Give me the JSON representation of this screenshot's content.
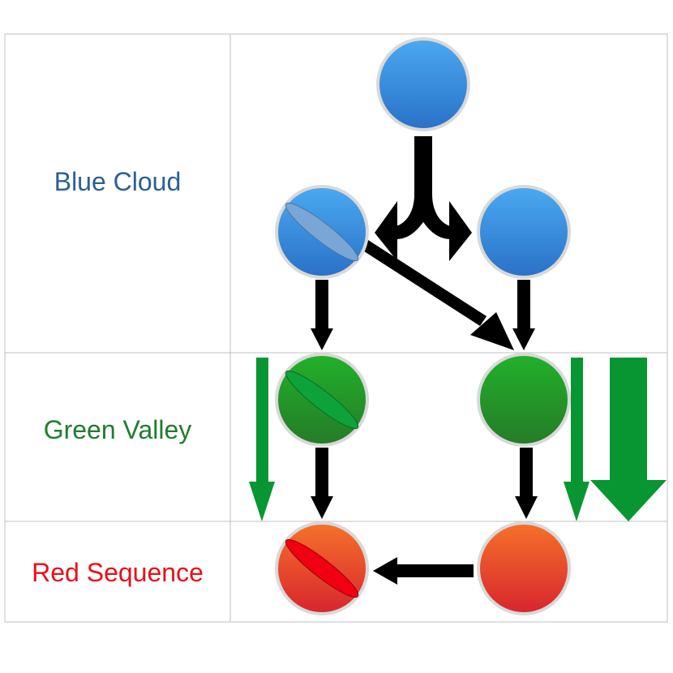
{
  "rows": [
    {
      "key": "blue",
      "label": "Blue Cloud",
      "color": "#2b5f96"
    },
    {
      "key": "green",
      "label": "Green Valley",
      "color": "#1f7d2e"
    },
    {
      "key": "red",
      "label": "Red Sequence",
      "color": "#e8101a"
    }
  ],
  "galaxies": [
    {
      "name": "galaxy-blue-origin",
      "row": "blue",
      "shape": "sphere",
      "disk": false
    },
    {
      "name": "galaxy-blue-disk",
      "row": "blue",
      "shape": "sphere",
      "disk": true
    },
    {
      "name": "galaxy-blue-sphere",
      "row": "blue",
      "shape": "sphere",
      "disk": false
    },
    {
      "name": "galaxy-green-disk",
      "row": "green",
      "shape": "sphere",
      "disk": true
    },
    {
      "name": "galaxy-green-sphere",
      "row": "green",
      "shape": "sphere",
      "disk": false
    },
    {
      "name": "galaxy-red-disk",
      "row": "red",
      "shape": "sphere",
      "disk": true
    },
    {
      "name": "galaxy-red-sphere",
      "row": "red",
      "shape": "sphere",
      "disk": false
    }
  ],
  "colors": {
    "grid_line": "#c0c0c0",
    "arrow": "#000000",
    "green_arrow": "#079631",
    "blue_top": "#4aa8f0",
    "blue_bottom": "#2a72c8",
    "green_top": "#22b02a",
    "green_bottom": "#257c28",
    "red_top": "#f5702a",
    "red_bottom": "#d8262e",
    "ring": "#d9d9d9"
  }
}
